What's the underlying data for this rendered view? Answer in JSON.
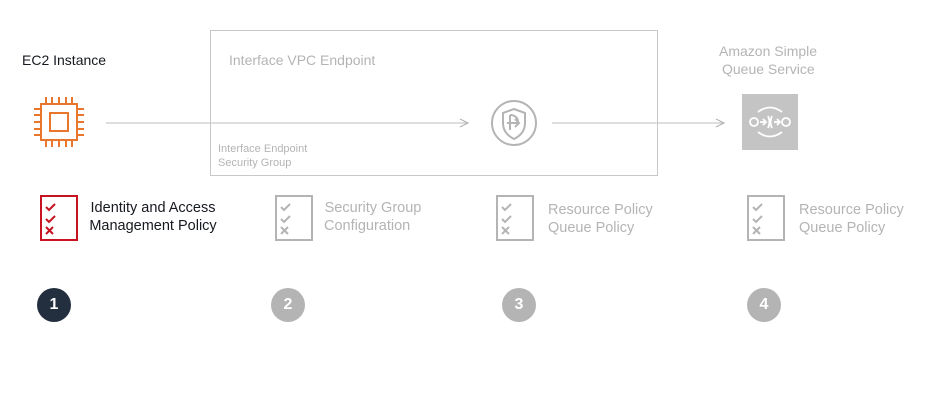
{
  "ec2": {
    "label": "EC2 Instance",
    "icon": "ec2-chip-icon",
    "color": "#e8762d"
  },
  "vpc_endpoint": {
    "title": "Interface VPC Endpoint",
    "security_group_line1": "Interface Endpoint",
    "security_group_line2": "Security Group",
    "icon": "vpc-endpoint-shield-icon"
  },
  "sqs": {
    "label_line1": "Amazon Simple",
    "label_line2": "Queue Service",
    "icon": "sqs-icon"
  },
  "policies": [
    {
      "line1": "Identity and Access",
      "line2": "Management Policy",
      "active": true,
      "color": "#c7131f"
    },
    {
      "line1": "Security Group",
      "line2": "Configuration",
      "active": false
    },
    {
      "line1": "Resource Policy",
      "line2": "Queue Policy",
      "active": false
    },
    {
      "line1": "Resource Policy",
      "line2": "Queue Policy",
      "active": false
    }
  ],
  "steps": [
    {
      "number": "1",
      "active": true
    },
    {
      "number": "2",
      "active": false
    },
    {
      "number": "3",
      "active": false
    },
    {
      "number": "4",
      "active": false
    }
  ],
  "colors": {
    "active_step": "#232f3e",
    "inactive": "#b4b4b4",
    "arrow": "#bcbcbc",
    "box_border": "#c8c8c8"
  }
}
